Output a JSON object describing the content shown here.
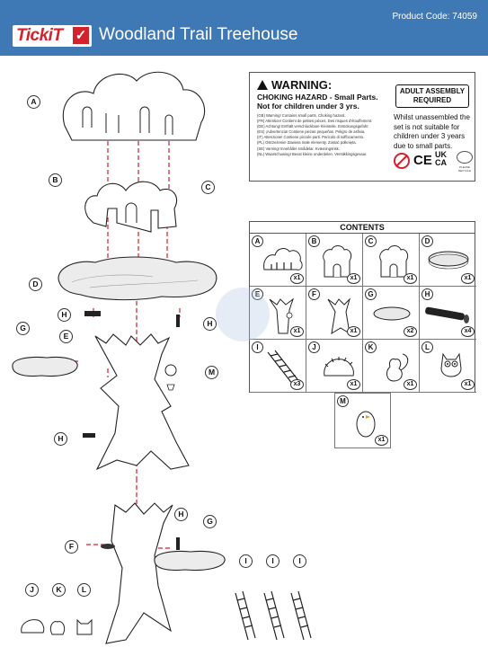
{
  "header": {
    "brand": "TickiT",
    "title": "Woodland Trail Treehouse",
    "product_code": "Product Code: 74059"
  },
  "warning": {
    "heading": "WARNING:",
    "hazard": "CHOKING HAZARD - Small Parts.",
    "age": "Not for children under 3 yrs.",
    "translations": [
      "(GB) Warning! Contains small parts. Choking hazard.",
      "(FR) Attention! Contient de petites pièces. Des risques d'étouffement.",
      "(DE) Achtung! Enthält verschluckbare Kleinteile. Erstickungsgefahr.",
      "(ES) ¡Advertencia! Contiene piezas pequeñas. Peligro de asfixia.",
      "(IT) Attenzione! Contiene piccole parti. Pericolo di soffocamento.",
      "(PL) Ostrzeżenie! Zawiera małe elementy. Zostać połknięta.",
      "(SE) Varning! Innehåller smådelar. Kvävningsrisk.",
      "(NL) Waarschuwing! Bevat kleine onderdelen. Verstikkingsgevaar."
    ],
    "adult_assembly": "ADULT ASSEMBLY REQUIRED",
    "adult_note": "Whilst unassembled the set is not suitable for children under 3 years due to small parts.",
    "marks": {
      "ce": "CE",
      "ukca": "UK CA",
      "recycle": "PLEASE RECYCLE"
    }
  },
  "contents": {
    "title": "CONTENTS",
    "items": [
      {
        "label": "A",
        "qty": "x1",
        "icon": "canopy-top-icon"
      },
      {
        "label": "B",
        "qty": "x1",
        "icon": "canopy-panel-icon"
      },
      {
        "label": "C",
        "qty": "x1",
        "icon": "canopy-panel-icon"
      },
      {
        "label": "D",
        "qty": "x1",
        "icon": "floor-platform-icon"
      },
      {
        "label": "E",
        "qty": "x1",
        "icon": "trunk-upper-icon"
      },
      {
        "label": "F",
        "qty": "x1",
        "icon": "trunk-lower-icon"
      },
      {
        "label": "G",
        "qty": "x2",
        "icon": "small-platform-icon"
      },
      {
        "label": "H",
        "qty": "x4",
        "icon": "peg-icon"
      },
      {
        "label": "I",
        "qty": "x3",
        "icon": "ladder-icon"
      },
      {
        "label": "J",
        "qty": "x1",
        "icon": "hedgehog-icon"
      },
      {
        "label": "K",
        "qty": "x1",
        "icon": "squirrel-icon"
      },
      {
        "label": "L",
        "qty": "x1",
        "icon": "owl-icon"
      },
      {
        "label": "M",
        "qty": "x1",
        "icon": "bird-icon"
      }
    ]
  },
  "diagram_callouts": [
    "A",
    "B",
    "C",
    "D",
    "H",
    "H",
    "E",
    "G",
    "M",
    "H",
    "F",
    "H",
    "G",
    "J",
    "K",
    "L",
    "I",
    "I",
    "I"
  ],
  "colors": {
    "header": "#3f79b5",
    "brand_red": "#d3222b",
    "dash_red": "#d3222b"
  }
}
